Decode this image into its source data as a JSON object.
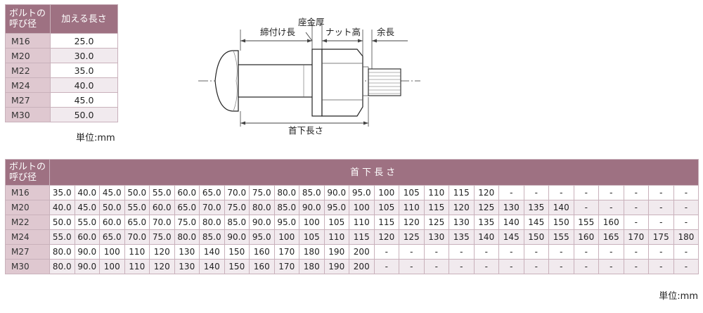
{
  "table_a": {
    "header_size": [
      "ボルトの",
      "呼び径"
    ],
    "header_added": "加える長さ",
    "rows": [
      {
        "size": "M16",
        "value": "25.0"
      },
      {
        "size": "M20",
        "value": "30.0"
      },
      {
        "size": "M22",
        "value": "35.0"
      },
      {
        "size": "M24",
        "value": "40.0"
      },
      {
        "size": "M27",
        "value": "45.0"
      },
      {
        "size": "M30",
        "value": "50.0"
      }
    ],
    "unit": "単位:mm"
  },
  "diagram": {
    "label_washer": "座金厚",
    "label_grip": "締付け長",
    "label_nut": "ナット高",
    "label_excess": "余長",
    "label_length": "首下長さ"
  },
  "table_b": {
    "header_size": [
      "ボルトの",
      "呼び径"
    ],
    "header_length": "首下長さ",
    "rows": [
      {
        "size": "M16",
        "values": [
          "35.0",
          "40.0",
          "45.0",
          "50.0",
          "55.0",
          "60.0",
          "65.0",
          "70.0",
          "75.0",
          "80.0",
          "85.0",
          "90.0",
          "95.0",
          "100",
          "105",
          "110",
          "115",
          "120",
          "-",
          "-",
          "-",
          "-",
          "-",
          "-",
          "-",
          "-"
        ]
      },
      {
        "size": "M20",
        "values": [
          "40.0",
          "45.0",
          "50.0",
          "55.0",
          "60.0",
          "65.0",
          "70.0",
          "75.0",
          "80.0",
          "85.0",
          "90.0",
          "95.0",
          "100",
          "105",
          "110",
          "115",
          "120",
          "125",
          "130",
          "135",
          "140",
          "-",
          "-",
          "-",
          "-",
          "-"
        ]
      },
      {
        "size": "M22",
        "values": [
          "50.0",
          "55.0",
          "60.0",
          "65.0",
          "70.0",
          "75.0",
          "80.0",
          "85.0",
          "90.0",
          "95.0",
          "100",
          "105",
          "110",
          "115",
          "120",
          "125",
          "130",
          "135",
          "140",
          "145",
          "150",
          "155",
          "160",
          "-",
          "-",
          "-"
        ]
      },
      {
        "size": "M24",
        "values": [
          "55.0",
          "60.0",
          "65.0",
          "70.0",
          "75.0",
          "80.0",
          "85.0",
          "90.0",
          "95.0",
          "100",
          "105",
          "110",
          "115",
          "120",
          "125",
          "130",
          "135",
          "140",
          "145",
          "150",
          "155",
          "160",
          "165",
          "170",
          "175",
          "180"
        ]
      },
      {
        "size": "M27",
        "values": [
          "80.0",
          "90.0",
          "100",
          "110",
          "120",
          "130",
          "140",
          "150",
          "160",
          "170",
          "180",
          "190",
          "200",
          "-",
          "-",
          "-",
          "-",
          "-",
          "-",
          "-",
          "-",
          "-",
          "-",
          "-",
          "-",
          "-"
        ]
      },
      {
        "size": "M30",
        "values": [
          "80.0",
          "90.0",
          "100",
          "110",
          "120",
          "130",
          "140",
          "150",
          "160",
          "170",
          "180",
          "190",
          "200",
          "-",
          "-",
          "-",
          "-",
          "-",
          "-",
          "-",
          "-",
          "-",
          "-",
          "-",
          "-",
          "-"
        ]
      }
    ],
    "unit": "単位:mm"
  }
}
